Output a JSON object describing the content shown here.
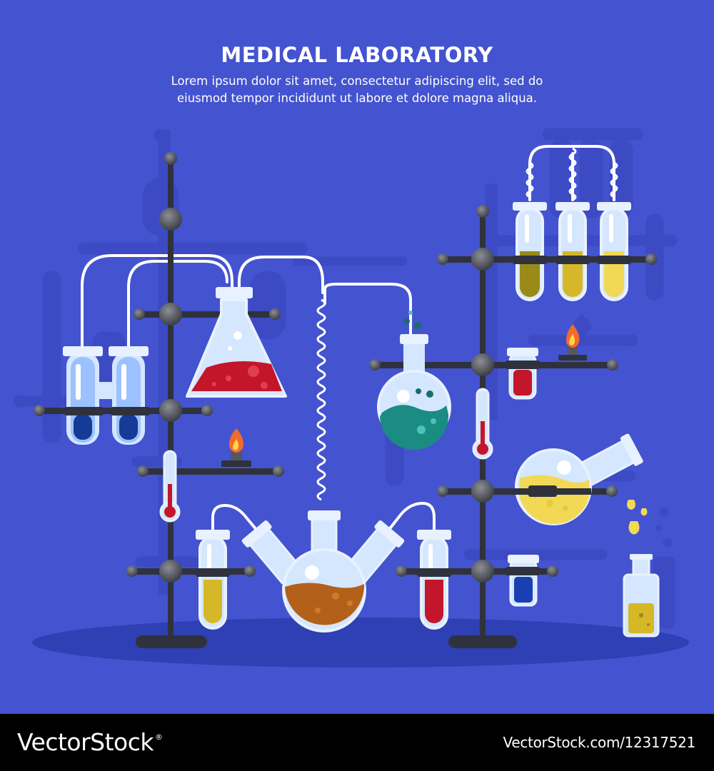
{
  "poster": {
    "title": "MEDICAL LABORATORY",
    "subtitle_line1": "Lorem ipsum dolor sit amet, consectetur adipiscing elit, sed do",
    "subtitle_line2": "eiusmod tempor incididunt ut labore et dolore magna aliqua."
  },
  "colors": {
    "background": "#4453cf",
    "background_shadow": "#3a47c0",
    "floor": "#2e40b3",
    "stand": "#2f323d",
    "clamp_ball": "#54575f",
    "glass": "#d4e7ff",
    "liquid_red": "#c4162a",
    "liquid_blue": "#153b96",
    "liquid_teal": "#1a8c82",
    "liquid_yellow": "#f2d955",
    "liquid_olive": "#9a8a18",
    "liquid_brown": "#b3601a",
    "flame": "#f26a2e"
  },
  "footer": {
    "brand": "VectorStock",
    "trademark": "®",
    "url": "VectorStock.com/12317521"
  }
}
